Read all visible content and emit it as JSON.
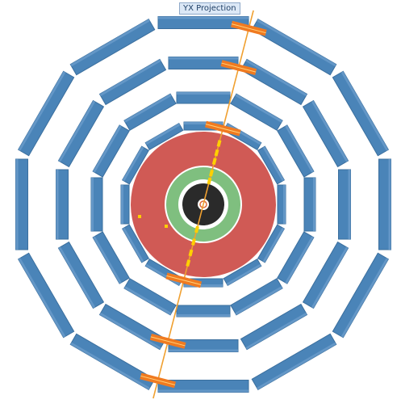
{
  "title": "YX Projection",
  "colors": {
    "muon_chamber": "#4a84b8",
    "muon_chamber_dark": "#3b6f9e",
    "calorimeter_hadronic": "#d05a55",
    "calorimeter_em": "#7fbf7f",
    "tracker": "#2a2a2a",
    "track": "#f0a030",
    "hits": "#ffd000",
    "segment": "#f07a20"
  },
  "detector": {
    "muon_layers": [
      {
        "name": "outer-ring",
        "sectors": 12
      },
      {
        "name": "ring-3",
        "sectors": 12
      },
      {
        "name": "ring-2",
        "sectors": 12
      },
      {
        "name": "inner-ring",
        "sectors": 12
      }
    ],
    "calorimeter_layers": [
      "hadronic",
      "electromagnetic"
    ],
    "tracker": "inner-tracker"
  },
  "event": {
    "track_count": 1,
    "highlighted_chambers": 6
  }
}
